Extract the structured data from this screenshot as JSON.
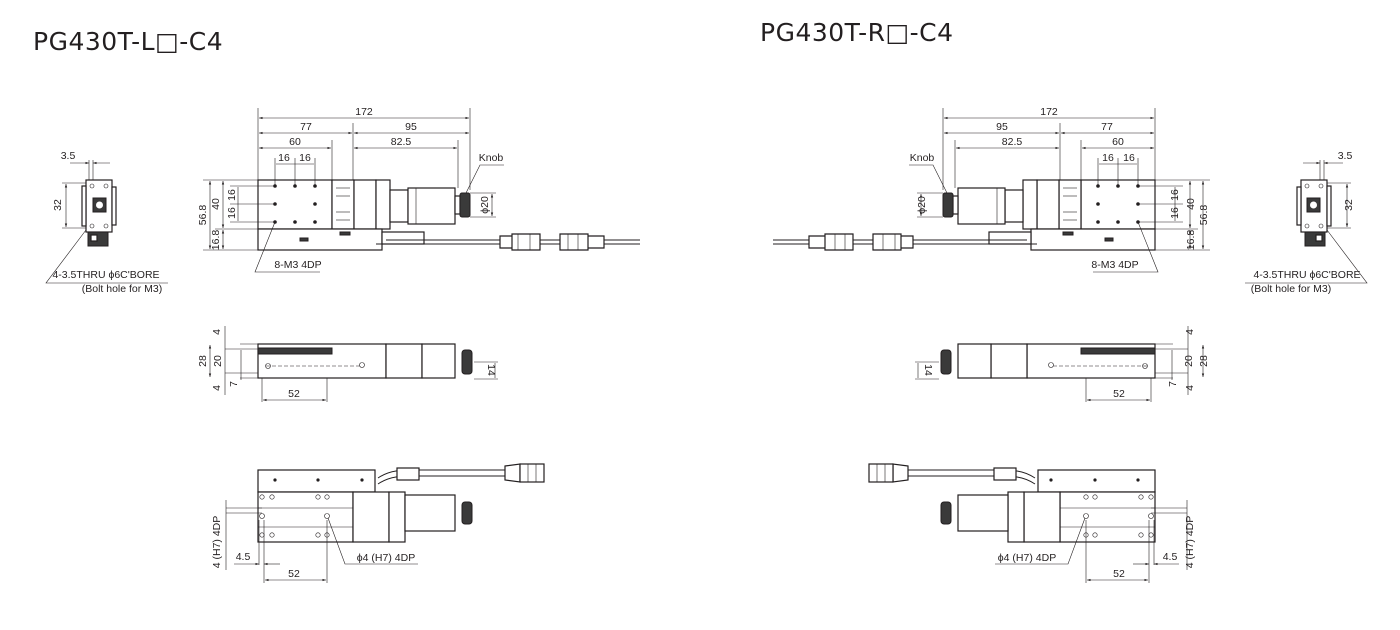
{
  "left": {
    "title": "PG430T-L□-C4",
    "labels": {
      "d3_5": "3.5",
      "d32": "32",
      "bore_note": "4-3.5THRU ϕ6C'BORE",
      "bolt_note": "(Bolt hole for M3)",
      "d172": "172",
      "d77": "77",
      "d95": "95",
      "d60": "60",
      "d82_5": "82.5",
      "d16a": "16",
      "d16b": "16",
      "knob": "Knob",
      "phi20": "ϕ20",
      "d56_8": "56.8",
      "d40": "40",
      "d16c": "16",
      "d16d": "16",
      "d16_8": "16.8",
      "m3_note": "8-M3 4DP",
      "s4a": "4",
      "s28": "28",
      "s20": "20",
      "s4b": "4",
      "s7": "7",
      "s52": "52",
      "s14": "14",
      "b4h7": "4 (H7) 4DP",
      "b4_5": "4.5",
      "b52": "52",
      "pin_note": "ϕ4 (H7) 4DP"
    }
  },
  "right": {
    "title": "PG430T-R□-C4",
    "labels": {
      "d3_5": "3.5",
      "d32": "32",
      "bore_note": "4-3.5THRU ϕ6C'BORE",
      "bolt_note": "(Bolt hole for M3)",
      "d172": "172",
      "d77": "77",
      "d95": "95",
      "d60": "60",
      "d82_5": "82.5",
      "d16a": "16",
      "d16b": "16",
      "knob": "Knob",
      "phi20": "ϕ20",
      "d56_8": "56.8",
      "d40": "40",
      "d16c": "16",
      "d16d": "16",
      "d16_8": "16.8",
      "m3_note": "8-M3 4DP",
      "s4a": "4",
      "s28": "28",
      "s20": "20",
      "s4b": "4",
      "s7": "7",
      "s52": "52",
      "s14": "14",
      "b4h7": "4 (H7) 4DP",
      "b4_5": "4.5",
      "b52": "52",
      "pin_note": "ϕ4 (H7) 4DP"
    }
  }
}
